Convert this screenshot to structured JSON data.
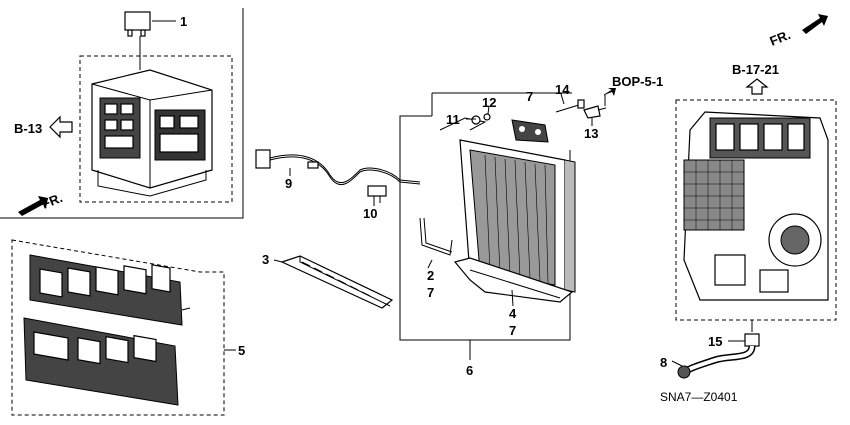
{
  "diagram": {
    "callouts": [
      "1",
      "2",
      "3",
      "4",
      "5",
      "6",
      "7",
      "8",
      "9",
      "10",
      "11",
      "12",
      "13",
      "14",
      "15"
    ],
    "callout_7": "7",
    "references": {
      "b13": "B-13",
      "b1721": "B-17-21",
      "bop51": "BOP-5-1"
    },
    "front_label": "FR.",
    "diagram_code": "SNA7—Z0401"
  }
}
